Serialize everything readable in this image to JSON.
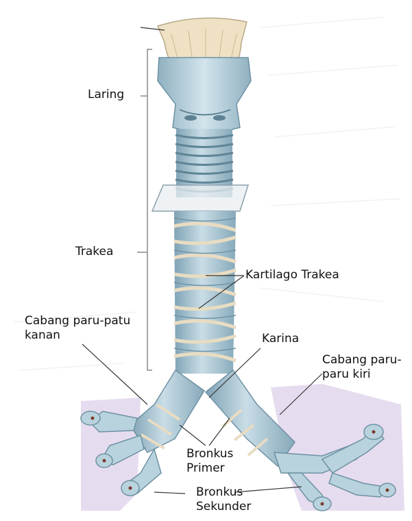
{
  "labels": {
    "laring": "Laring",
    "trakea": "Trakea",
    "kartilago_trakea": "Kartilago Trakea",
    "cabang_kanan_1": "Cabang paru-patu",
    "cabang_kanan_2": "kanan",
    "karina": "Karina",
    "cabang_kiri_1": "Cabang paru-",
    "cabang_kiri_2": "paru kiri",
    "bronkus_primer_1": "Bronkus",
    "bronkus_primer_2": "Primer",
    "bronkus_sekunder_1": "Bronkus",
    "bronkus_sekunder_2": "Sekunder"
  },
  "colors": {
    "cartilage": "#b9d3de",
    "cartilage_dark": "#7fa3b5",
    "ligament": "#e8dcc2",
    "epiglottis": "#efe2c4",
    "lung_tissue": "#e6dcef",
    "bracket": "#888888",
    "leader": "#333333"
  }
}
